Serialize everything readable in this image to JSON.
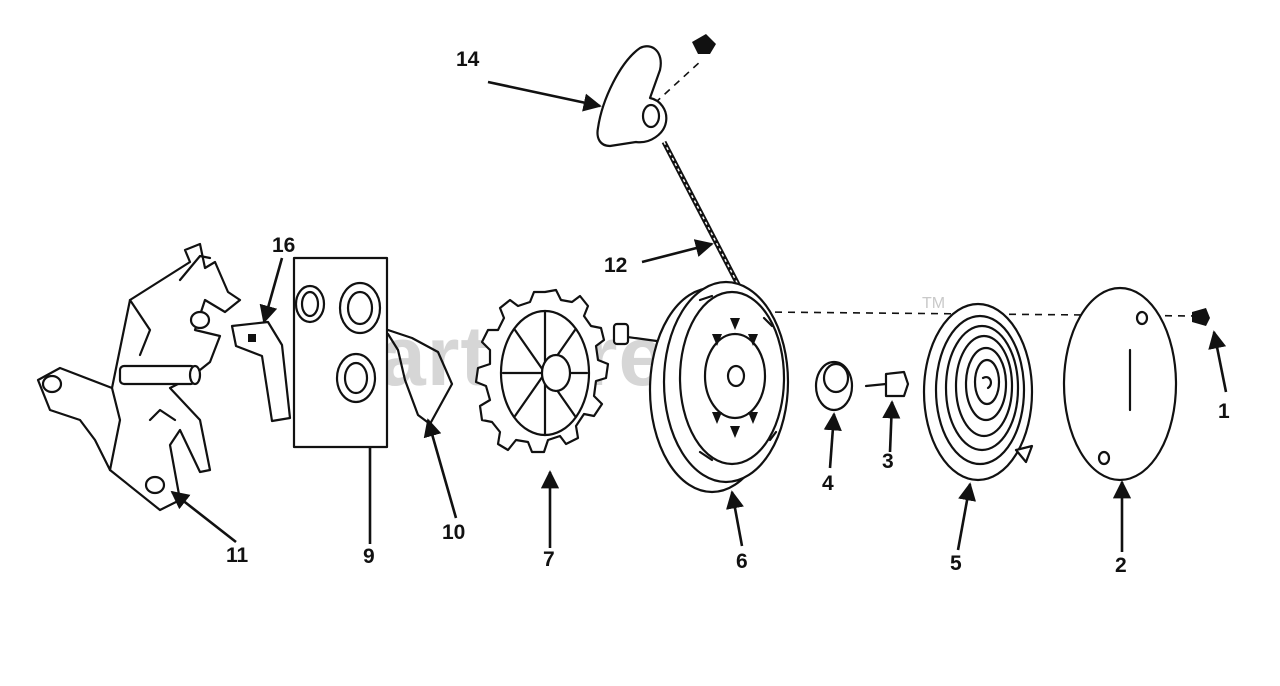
{
  "diagram": {
    "watermark": "PartsTree",
    "trademark": "TM",
    "part_labels": [
      "14",
      "16",
      "12",
      "1",
      "2",
      "3",
      "4",
      "5",
      "6",
      "7",
      "9",
      "10",
      "11"
    ]
  }
}
